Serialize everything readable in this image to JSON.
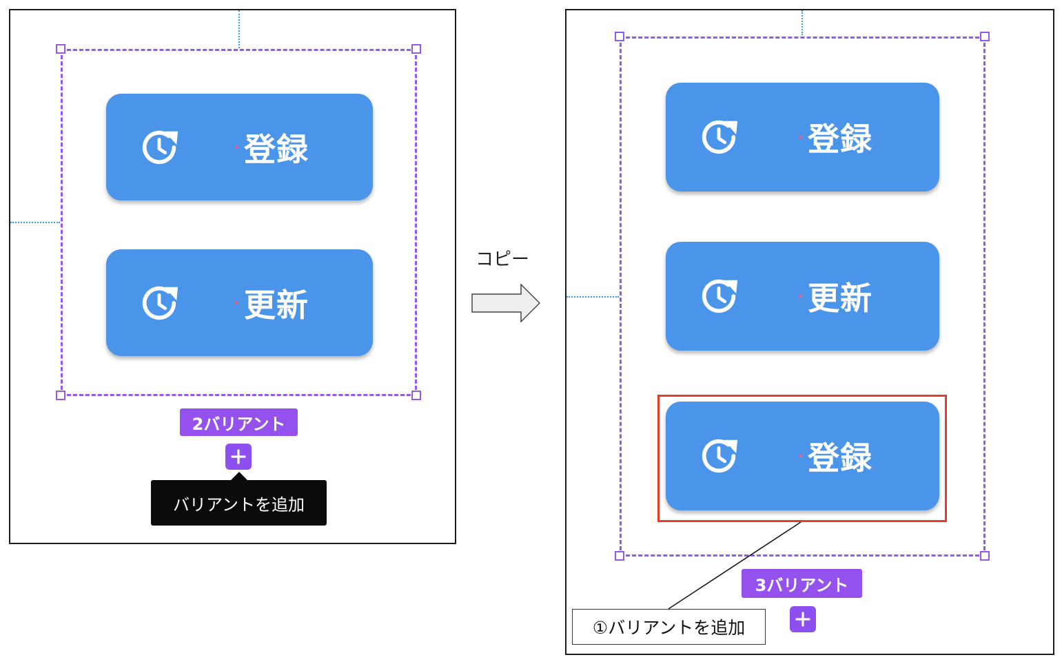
{
  "arrow": {
    "label": "コピー"
  },
  "left": {
    "buttons": [
      {
        "label": "登録",
        "icon": "history-icon"
      },
      {
        "label": "更新",
        "icon": "history-icon"
      }
    ],
    "variant_badge": "2バリアント",
    "tooltip": "バリアントを追加"
  },
  "right": {
    "buttons": [
      {
        "label": "登録",
        "icon": "history-icon"
      },
      {
        "label": "更新",
        "icon": "history-icon"
      },
      {
        "label": "登録",
        "icon": "history-icon"
      }
    ],
    "variant_badge": "3バリアント",
    "callout": "①バリアントを追加"
  },
  "colors": {
    "button_fill": "#4a94ea",
    "variant_purple": "#9457f0",
    "highlight_red": "#e33b2c",
    "guide_blue": "#3a9be8",
    "tooltip_bg": "#0b0b0b"
  }
}
